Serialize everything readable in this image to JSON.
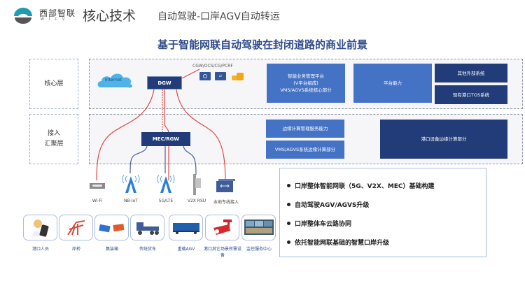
{
  "header": {
    "brand_cn": "西部智联",
    "brand_en": "WICV",
    "section_title": "核心技术",
    "subtitle": "自动驾驶-口岸AGV自动转运"
  },
  "main_title": "基于智能网联自动驾驶在封闭道路的商业前景",
  "layers": {
    "core": "核心层",
    "access_line1": "接入",
    "access_line2": "汇聚层"
  },
  "core_zone": {
    "internet": "Internet",
    "dgw": "DGW",
    "cgw_label": "CGW/OCS/CG/PCRF",
    "vms_box": [
      "智能业务管理平台",
      "(V平台组成)",
      "VMS/AGVS系统核心部分"
    ],
    "platform_box": "平台能力",
    "external_box": "其他外部系统",
    "tos_box": "现有港口TOS系统"
  },
  "access_zone": {
    "mec": "MEC/RGW",
    "edge_mgmt": "边缘计算管理服务能力",
    "edge_vms": "VMS/AGVS系统边缘计算部分",
    "port_edge": "港口设备边缘计算部分"
  },
  "devices": [
    {
      "label": "Wi-Fi",
      "icon": "wifi-router-icon"
    },
    {
      "label": "NB-IoT",
      "icon": "cell-tower-icon"
    },
    {
      "label": "5G/LTE",
      "icon": "cell-tower-icon"
    },
    {
      "label": "V2X RSU",
      "icon": "rsu-pole-icon"
    },
    {
      "label": "本地专线接入",
      "icon": "switch-icon"
    }
  ],
  "endpoints": [
    {
      "label": "港口人员",
      "icon": "worker-phone-icon"
    },
    {
      "label": "岸桥",
      "icon": "quay-crane-icon"
    },
    {
      "label": "集装箱",
      "icon": "container-icon"
    },
    {
      "label": "传统货车",
      "icon": "truck-icon"
    },
    {
      "label": "重载AGV",
      "icon": "agv-icon"
    },
    {
      "label": "港口其它场景所需设备",
      "icon": "camera-icon"
    },
    {
      "label": "监控服务中心",
      "icon": "monitor-center-icon"
    }
  ],
  "bullets": [
    "口岸整体智能网联（5G、V2X、MEC）基础构建",
    "自动驾驶AGV/AGVS升级",
    "口岸整体车云路协同",
    "依托智能网联基础的智慧口岸升级"
  ],
  "colors": {
    "title_blue": "#2e4b8a",
    "box_blue": "#4472c4",
    "box_navy": "#213c78",
    "link_red": "#e04848",
    "link_blue": "#4a5f9a"
  }
}
